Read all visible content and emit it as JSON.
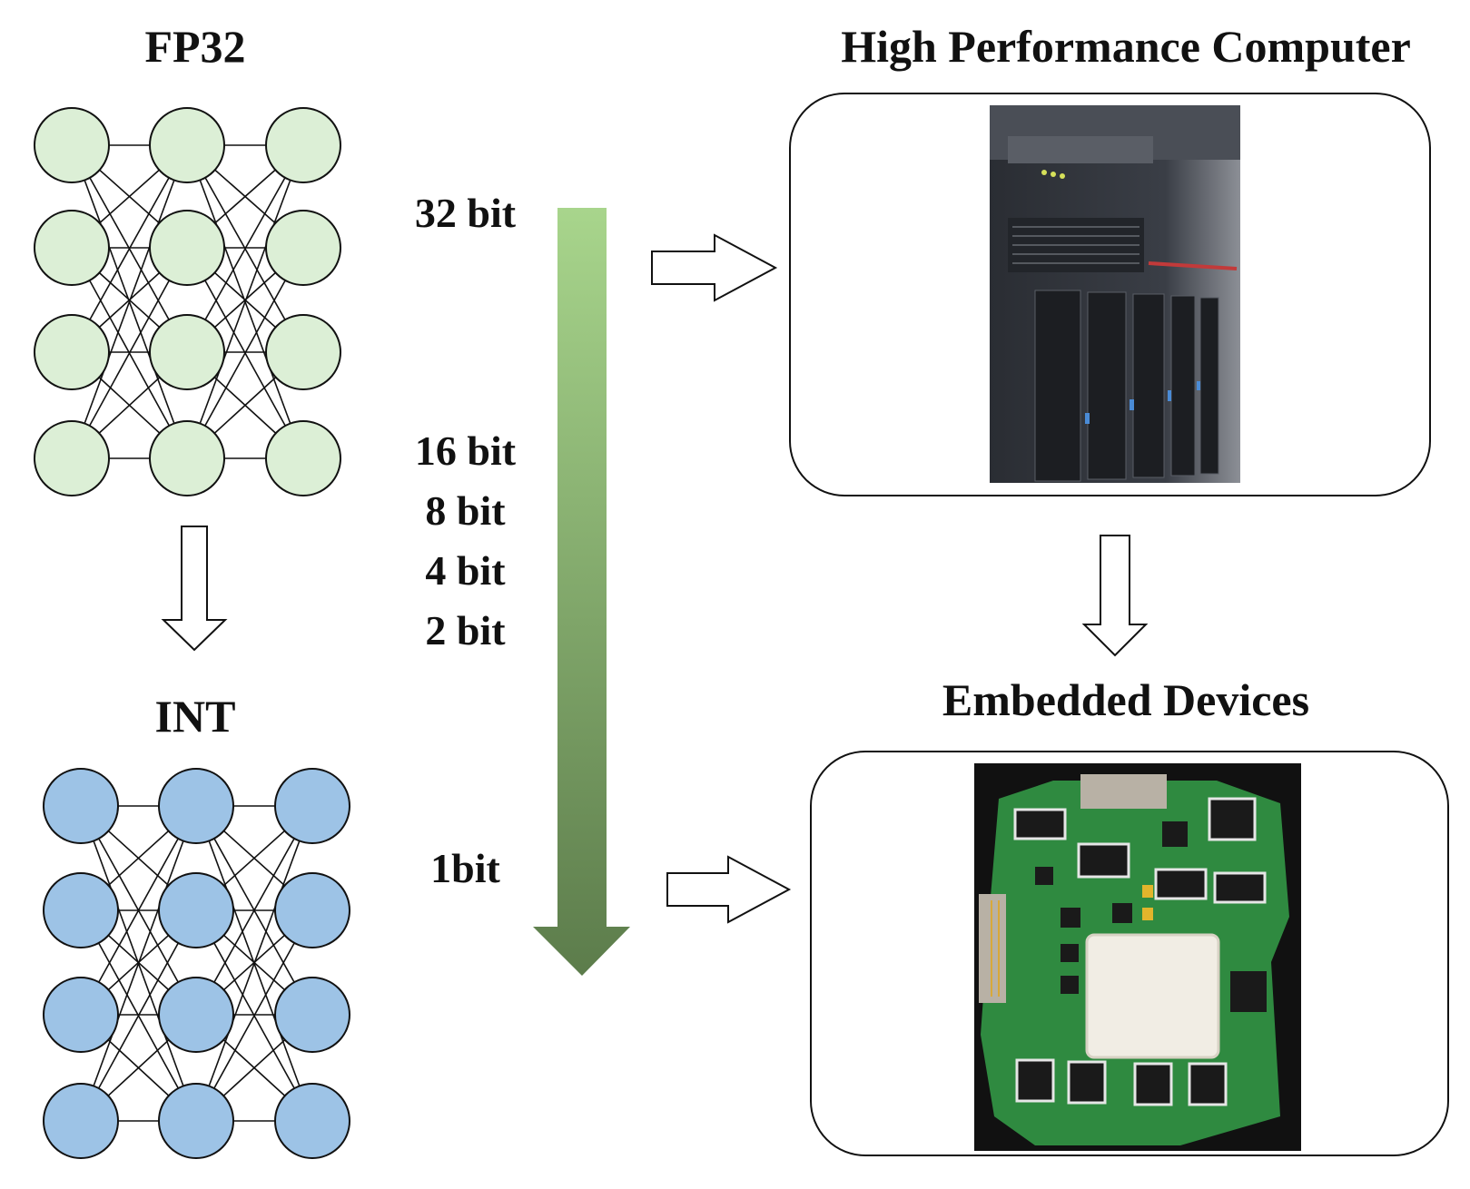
{
  "titles": {
    "fp32": "FP32",
    "int": "INT",
    "hpc": "High Performance Computer",
    "embedded": "Embedded Devices"
  },
  "bit_levels": [
    "32 bit",
    "16 bit",
    "8 bit",
    "4 bit",
    "2 bit",
    "1bit"
  ],
  "colors": {
    "fp32_node": "#dcefd6",
    "int_node": "#9dc3e6",
    "gradient_top": "#a5d38a",
    "gradient_bottom": "#5f7f4e",
    "outline": "#111111"
  },
  "network": {
    "layers": 3,
    "nodes_per_layer": 4
  }
}
